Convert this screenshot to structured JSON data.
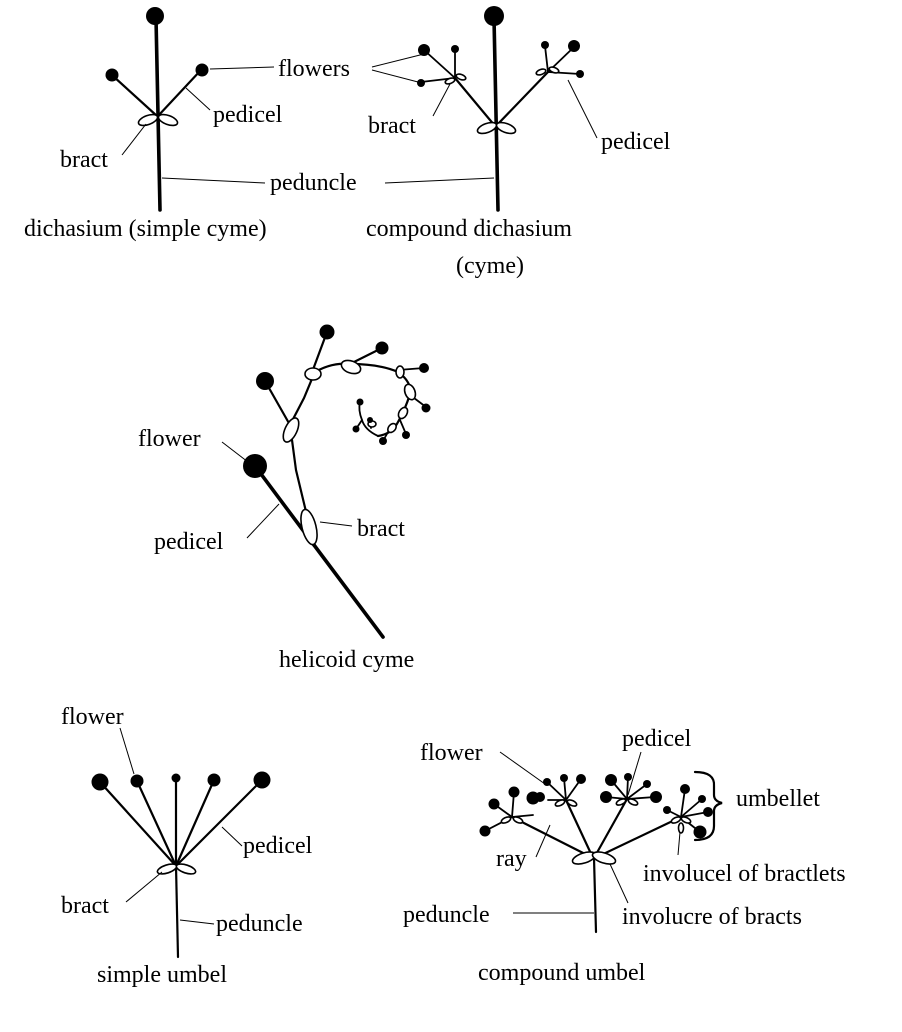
{
  "dichasium": {
    "flowers": "flowers",
    "pedicel": "pedicel",
    "bract": "bract",
    "peduncle": "peduncle",
    "caption": "dichasium (simple cyme)"
  },
  "compound_dichasium": {
    "bract": "bract",
    "pedicel": "pedicel",
    "caption_line1": "compound dichasium",
    "caption_line2": "(cyme)"
  },
  "helicoid": {
    "flower": "flower",
    "pedicel": "pedicel",
    "bract": "bract",
    "caption": "helicoid cyme"
  },
  "simple_umbel": {
    "flower": "flower",
    "pedicel": "pedicel",
    "bract": "bract",
    "peduncle": "peduncle",
    "caption": "simple umbel"
  },
  "compound_umbel": {
    "flower": "flower",
    "pedicel": "pedicel",
    "umbellet": "umbellet",
    "ray": "ray",
    "involucel": "involucel of bractlets",
    "peduncle": "peduncle",
    "involucre": "involucre of bracts",
    "caption": "compound umbel"
  }
}
